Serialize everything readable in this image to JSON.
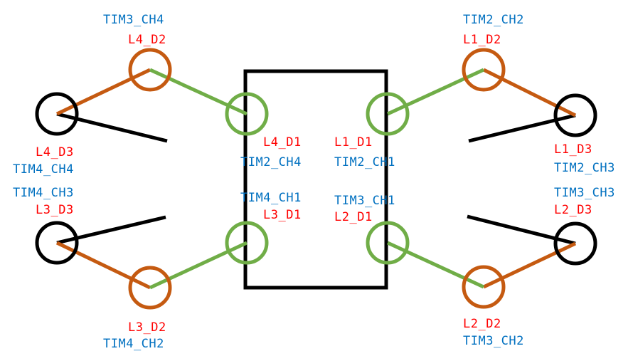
{
  "colors": {
    "joint_label": "#ff0000",
    "timer_label": "#0070c0",
    "body": "#000000",
    "segment_d1": "#70ad47",
    "segment_d2": "#c55a11",
    "segment_d3": "#000000"
  },
  "legs": {
    "L1": {
      "d1": "L1_D1",
      "d1_timer": "TIM2_CH1",
      "d2": "L1_D2",
      "d2_timer": "TIM2_CH2",
      "d3": "L1_D3",
      "d3_timer": "TIM2_CH3"
    },
    "L2": {
      "d1": "L2_D1",
      "d1_timer": "TIM3_CH1",
      "d2": "L2_D2",
      "d2_timer": "TIM3_CH2",
      "d3": "L2_D3",
      "d3_timer": "TIM3_CH3"
    },
    "L3": {
      "d1": "L3_D1",
      "d1_timer": "TIM4_CH1",
      "d2": "L3_D2",
      "d2_timer": "TIM4_CH2",
      "d3": "L3_D3",
      "d3_timer": "TIM4_CH3"
    },
    "L4": {
      "d1": "L4_D1",
      "d1_timer": "TIM2_CH4",
      "d2": "L4_D2",
      "d2_timer": "TIM3_CH4",
      "d3": "L4_D3",
      "d3_timer": "TIM4_CH4"
    }
  }
}
